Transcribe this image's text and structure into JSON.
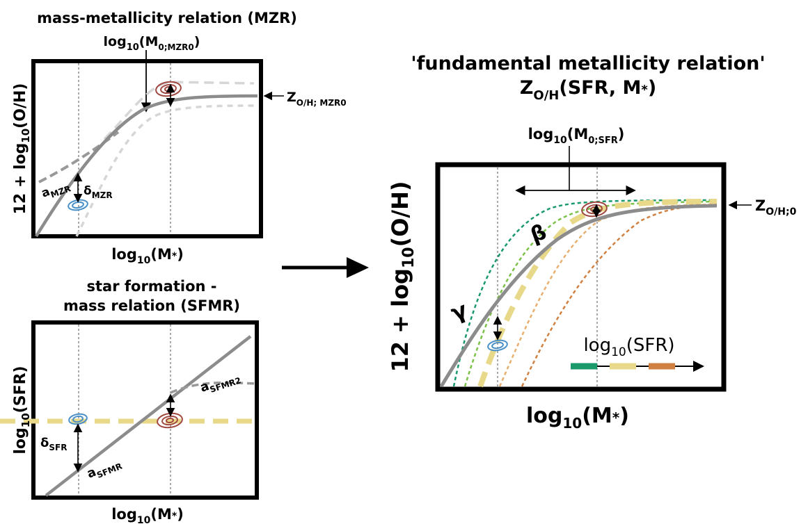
{
  "mzr": {
    "title": "mass-metallicity relation (MZR)",
    "ylabel": "12 + log₁₀(O/H)",
    "xlabel": "log₁₀(M*)",
    "m0_label": "log₁₀(M0;MZR0)",
    "z_label": "ZO/H; MZR0",
    "a_label": "aMZR",
    "delta_label": "δMZR"
  },
  "sfmr": {
    "title_line1": "star formation -",
    "title_line2": "mass relation (SFMR)",
    "ylabel": "log₁₀(SFR)",
    "xlabel": "log₁₀(M*)",
    "a2_label": "aSFMR2",
    "a_label": "aSFMR",
    "delta_label": "δSFR"
  },
  "fmr": {
    "title_line1": "'fundamental metallicity relation'",
    "title_line2": "ZO/H(SFR, M*)",
    "ylabel": "12 + log₁₀(O/H)",
    "xlabel": "log₁₀(M*)",
    "m0_label": "log₁₀(M0;SFR)",
    "z_label": "ZO/H;0",
    "beta_label": "β",
    "gamma_label": "γ",
    "sfr_label": "log₁₀(SFR)"
  },
  "colors": {
    "grey": "#8c8c8c",
    "light_grey": "#d6d6d6",
    "yellow": "#e8d98a",
    "green_dark": "#1a9a6a",
    "green_light": "#7cc24a",
    "orange_light": "#e8b070",
    "orange_dark": "#d08040",
    "galaxy_blue": "#4a90c8",
    "galaxy_red": "#a04840"
  }
}
